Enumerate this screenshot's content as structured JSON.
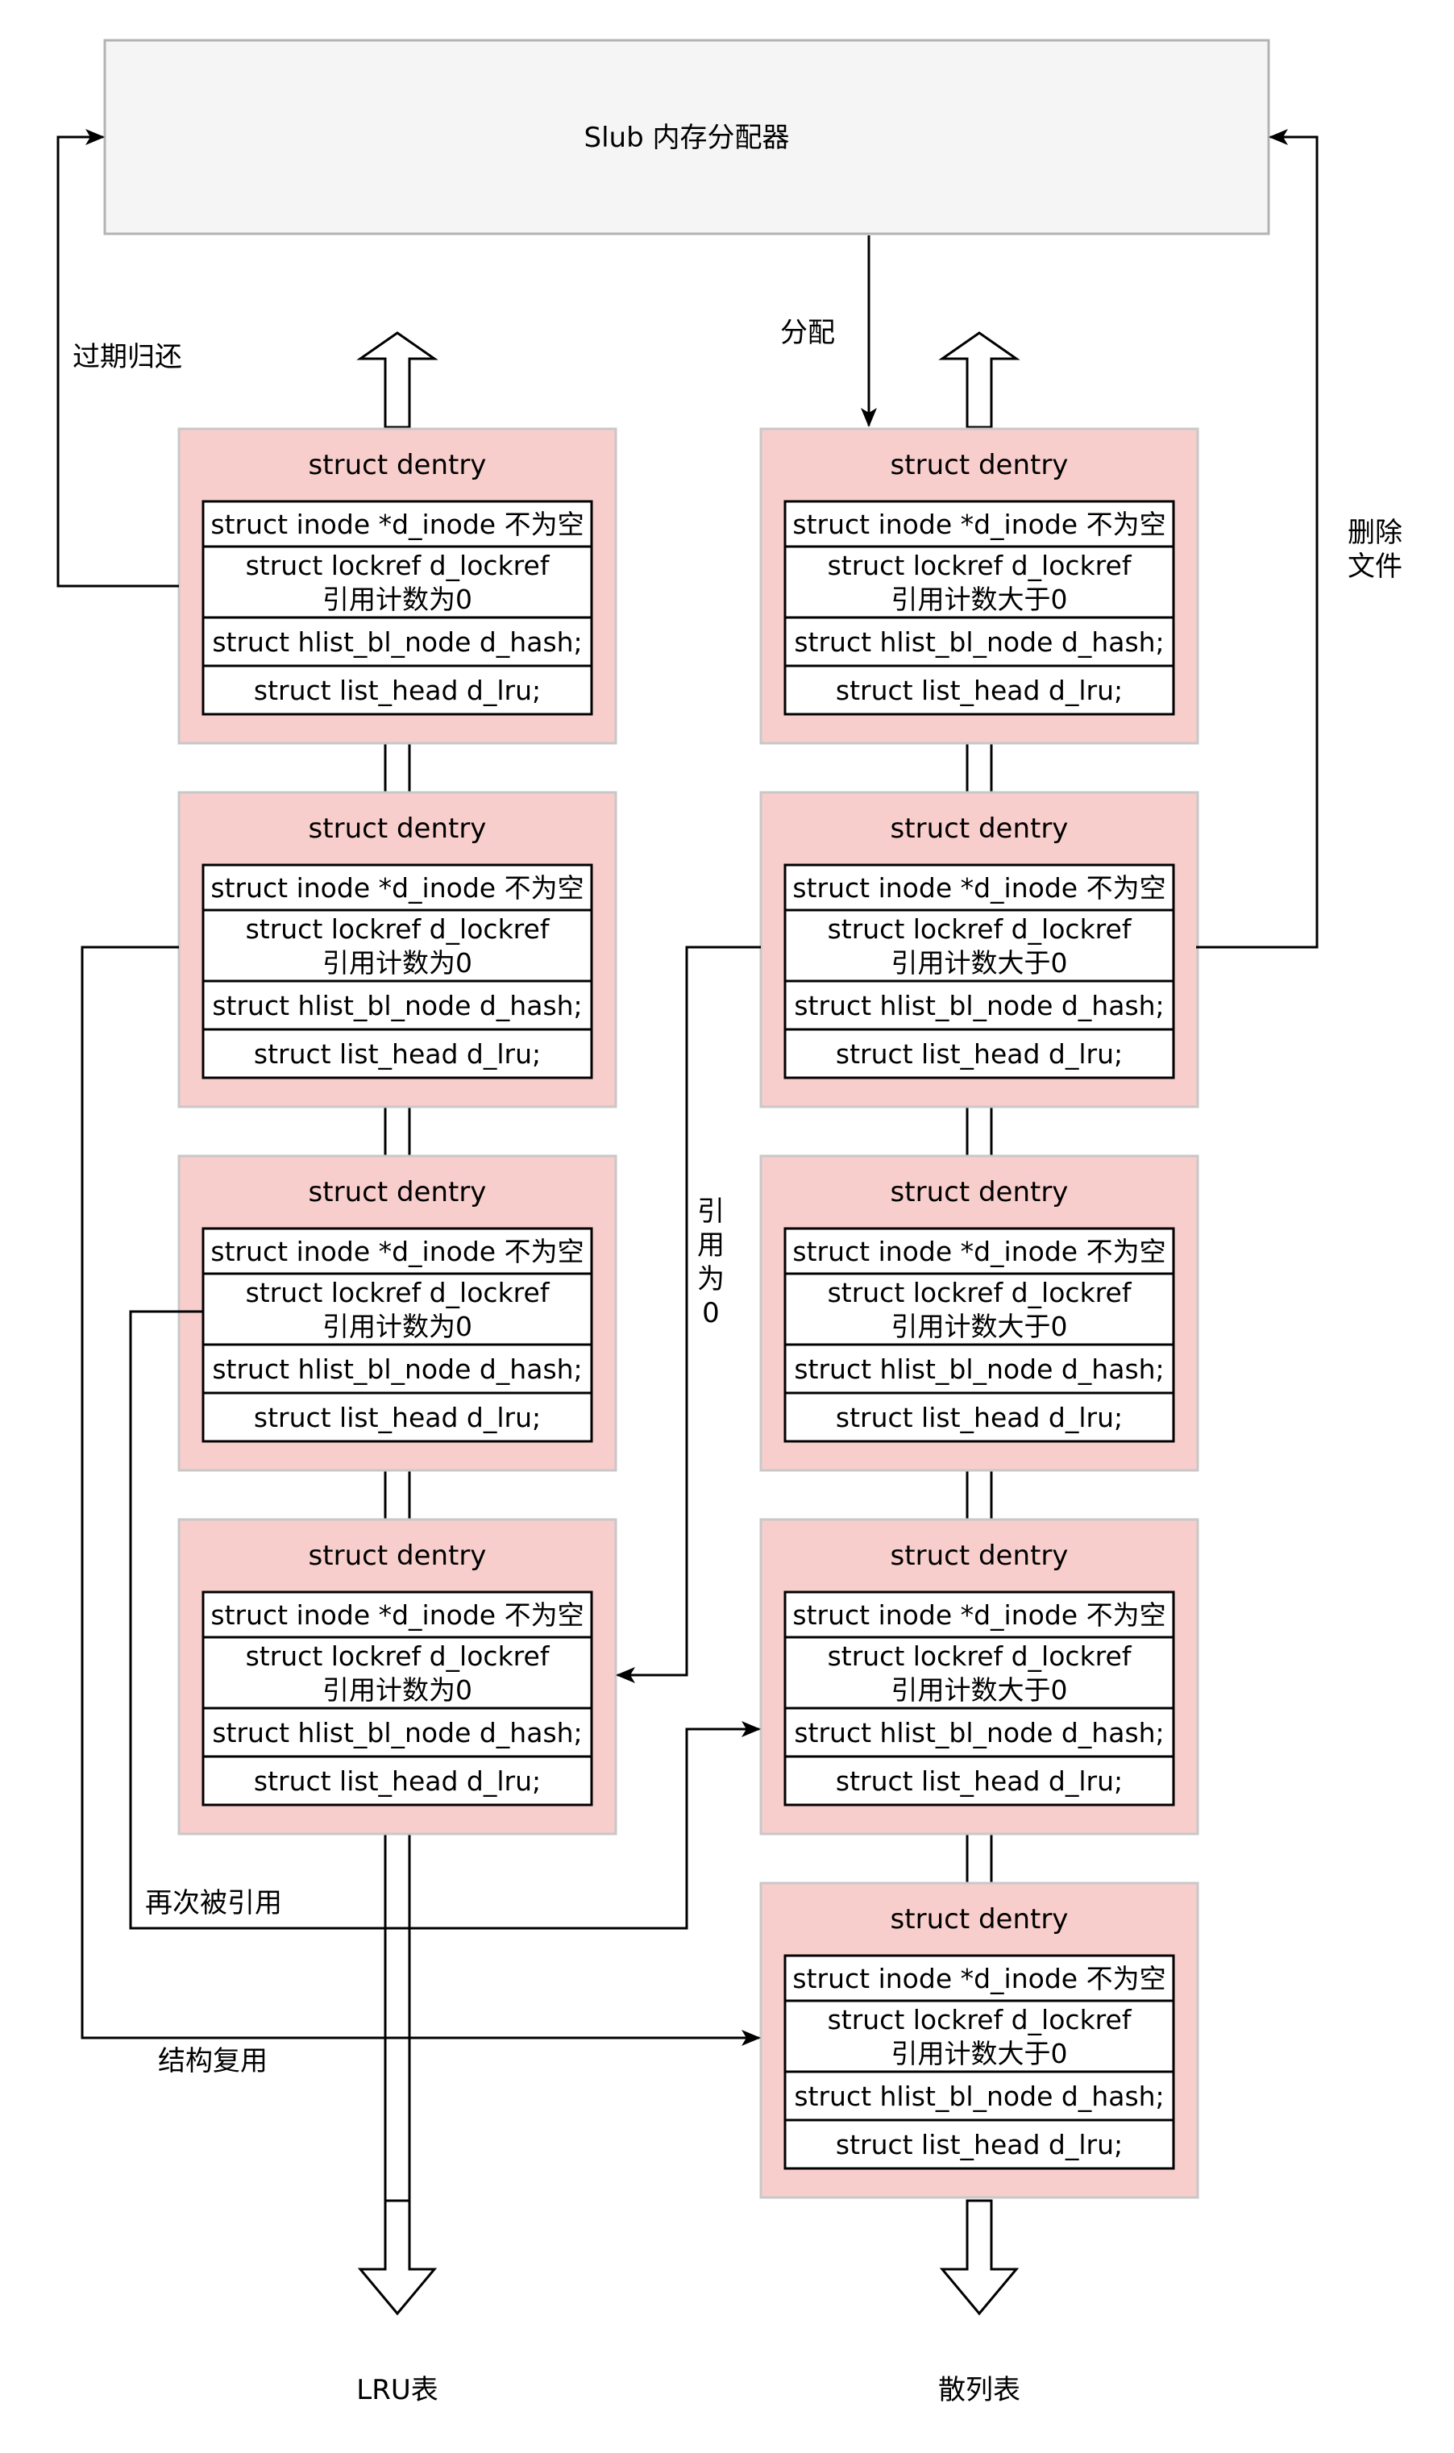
{
  "top_box": {
    "label": "Slub 内存分配器"
  },
  "labels": {
    "expire_return": "过期归还",
    "allocate": "分配",
    "delete_file": [
      "删除",
      "文件"
    ],
    "ref_zero": [
      "引",
      "用",
      "为",
      "0"
    ],
    "referenced_again": "再次被引用",
    "struct_reuse": "结构复用",
    "lru_list": "LRU表",
    "hash_list": "散列表"
  },
  "lru_column": [
    {
      "title": "struct dentry",
      "fields": [
        "struct inode *d_inode 不为空",
        [
          "struct lockref d_lockref",
          "引用计数为0"
        ],
        "struct hlist_bl_node d_hash;",
        "struct list_head d_lru;"
      ]
    },
    {
      "title": "struct dentry",
      "fields": [
        "struct inode *d_inode 不为空",
        [
          "struct lockref d_lockref",
          "引用计数为0"
        ],
        "struct hlist_bl_node d_hash;",
        "struct list_head d_lru;"
      ]
    },
    {
      "title": "struct dentry",
      "fields": [
        "struct inode *d_inode 不为空",
        [
          "struct lockref d_lockref",
          "引用计数为0"
        ],
        "struct hlist_bl_node d_hash;",
        "struct list_head d_lru;"
      ]
    },
    {
      "title": "struct dentry",
      "fields": [
        "struct inode *d_inode 不为空",
        [
          "struct lockref d_lockref",
          "引用计数为0"
        ],
        "struct hlist_bl_node d_hash;",
        "struct list_head d_lru;"
      ]
    }
  ],
  "hash_column": [
    {
      "title": "struct dentry",
      "fields": [
        "struct inode *d_inode 不为空",
        [
          "struct lockref d_lockref",
          "引用计数大于0"
        ],
        "struct hlist_bl_node d_hash;",
        "struct list_head d_lru;"
      ]
    },
    {
      "title": "struct dentry",
      "fields": [
        "struct inode *d_inode 不为空",
        [
          "struct lockref d_lockref",
          "引用计数大于0"
        ],
        "struct hlist_bl_node d_hash;",
        "struct list_head d_lru;"
      ]
    },
    {
      "title": "struct dentry",
      "fields": [
        "struct inode *d_inode 不为空",
        [
          "struct lockref d_lockref",
          "引用计数大于0"
        ],
        "struct hlist_bl_node d_hash;",
        "struct list_head d_lru;"
      ]
    },
    {
      "title": "struct dentry",
      "fields": [
        "struct inode *d_inode 不为空",
        [
          "struct lockref d_lockref",
          "引用计数大于0"
        ],
        "struct hlist_bl_node d_hash;",
        "struct list_head d_lru;"
      ]
    },
    {
      "title": "struct dentry",
      "fields": [
        "struct inode *d_inode 不为空",
        [
          "struct lockref d_lockref",
          "引用计数大于0"
        ],
        "struct hlist_bl_node d_hash;",
        "struct list_head d_lru;"
      ]
    }
  ],
  "colors": {
    "dentry_fill": "#f8cecc",
    "dentry_border": "#c8c8c8",
    "top_box_fill": "#f5f5f5",
    "top_box_border": "#b3b3b3",
    "line": "#000000"
  }
}
